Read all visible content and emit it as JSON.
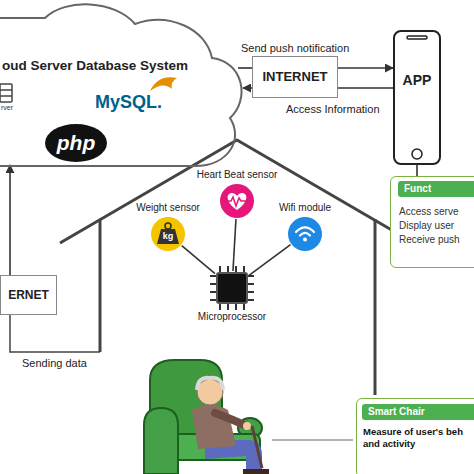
{
  "diagram": {
    "nodes": [
      {
        "text": [
          "oud Server Database System"
        ]
      },
      {
        "text": [
          "php"
        ],
        "in": 0
      },
      {
        "text": [
          "INTERNET"
        ]
      },
      {
        "text": [
          "APP"
        ]
      },
      {
        "text": [
          "Funct",
          "Access serve Display user Receive push"
        ]
      },
      {
        "text": [
          "ERNET"
        ]
      },
      {
        "text": [
          "Weight sensor",
          "kg"
        ]
      },
      {
        "text": [
          "Heart Beat sensor"
        ]
      },
      {
        "text": [
          "Wifi module"
        ]
      },
      {
        "text": [
          "Microprocessor"
        ]
      },
      {
        "text": [
          "Smart Chair",
          "Measure of user's beh and activity"
        ]
      }
    ],
    "edges": [
      {
        "from": 0,
        "to": 2,
        "arrow": "none"
      },
      {
        "from": 2,
        "to": 3,
        "arrow": "to",
        "label": "Send push notification"
      },
      {
        "from": 3,
        "to": 2,
        "arrow": "none",
        "label": "Access Information"
      },
      {
        "from": 2,
        "to": 0,
        "arrow": "to"
      },
      {
        "from": 3,
        "to": 4,
        "arrow": "none"
      },
      {
        "from": 6,
        "to": 9,
        "arrow": "none"
      },
      {
        "from": 7,
        "to": 9,
        "arrow": "none"
      },
      {
        "from": 8,
        "to": 9,
        "arrow": "none"
      },
      {
        "from": 5,
        "to": 0,
        "arrow": "to"
      }
    ],
    "labels": [
      "rver",
      "MySQL.",
      "Sending data"
    ]
  }
}
